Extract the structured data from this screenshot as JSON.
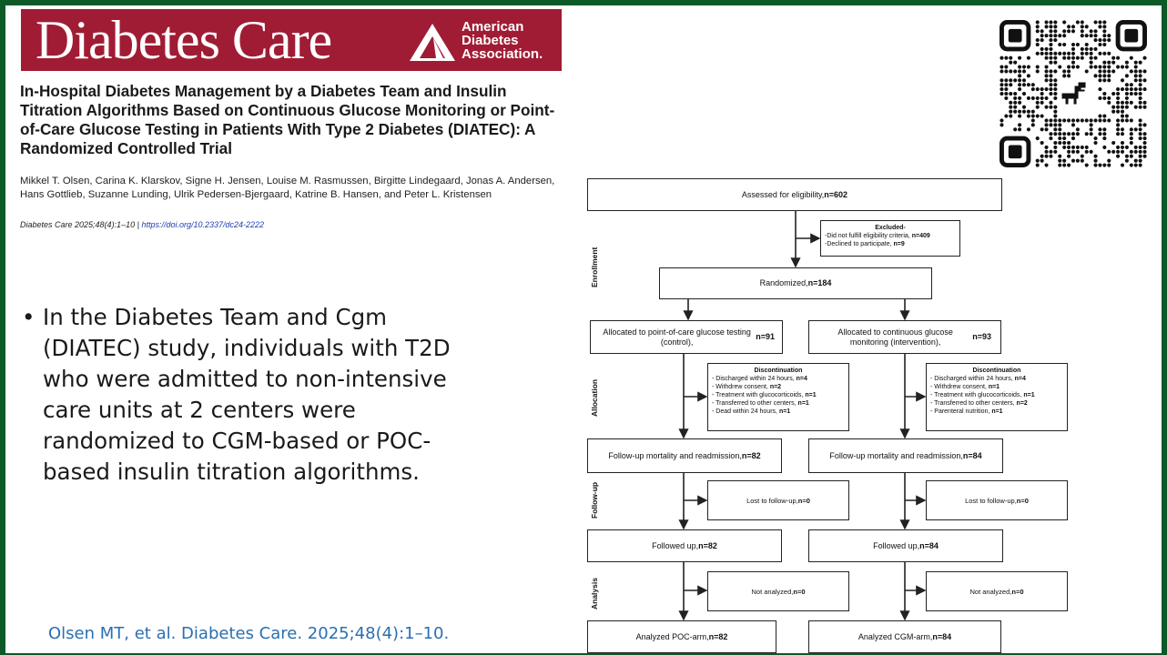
{
  "journal": {
    "name": "Diabetes Care",
    "trademark": "®",
    "publisher_lines": [
      "American",
      "Diabetes",
      "Association"
    ],
    "publisher_mark": "."
  },
  "paper": {
    "title": "In-Hospital Diabetes Management by a Diabetes Team and Insulin Titration Algorithms Based on Continuous Glucose Monitoring or Point-of-Care Glucose Testing in Patients With Type 2 Diabetes (DIATEC): A Randomized Controlled Trial",
    "authors": "Mikkel T. Olsen, Carina K. Klarskov, Signe H. Jensen, Louise M. Rasmussen, Birgitte Lindegaard, Jonas A. Andersen, Hans Gottlieb, Suzanne Lunding, Ulrik Pedersen-Bjergaard, Katrine B. Hansen, and Peter L. Kristensen",
    "citation": "Diabetes Care 2025;48(4):1–10 | ",
    "doi": "https://doi.org/10.2337/dc24-2222"
  },
  "bullet": {
    "symbol": "•",
    "text": "In the Diabetes Team and Cgm (DIATEC) study, individuals with T2D who were admitted to non-intensive care units at 2 centers were randomized to CGM-based or POC-based insulin titration algorithms."
  },
  "reference": "Olsen MT, et al.  Diabetes Care. 2025;48(4):1–10.",
  "qr": {
    "icon": "dinosaur-icon"
  },
  "flow": {
    "phases": [
      "Enrollment",
      "Allocation",
      "Follow-up",
      "Analysis"
    ],
    "assessed": "Assessed for eligibility, n=602",
    "excluded": {
      "header": "Excluded-",
      "lines": [
        "-Did not fulfill eligibility criteria, n=409",
        "-Declined to participate, n=9"
      ]
    },
    "randomized": "Randomized, n=184",
    "alloc_poc": "Allocated to point-of-care glucose testing (control), n=91",
    "alloc_cgm": "Allocated to continuous glucose monitoring (intervention), n=93",
    "disc_poc": {
      "header": "Discontinuation",
      "lines": [
        "- Discharged within 24 hours, n=4",
        "- Withdrew consent, n=2",
        "- Treatment with glucocorticoids, n=1",
        "- Transferred to other centers, n=1",
        "- Dead within 24 hours, n=1"
      ]
    },
    "disc_cgm": {
      "header": "Discontinuation",
      "lines": [
        "- Discharged within 24 hours, n=4",
        "- Withdrew consent, n=1",
        "- Treatment with glucocorticoids, n=1",
        "- Transferred to other centers,  n=2",
        "- Parenteral nutrition, n=1"
      ]
    },
    "followup_poc": "Follow-up mortality and readmission, n=82",
    "followup_cgm": "Follow-up mortality and readmission, n=84",
    "lost_poc": "Lost to follow-up, n=0",
    "lost_cgm": "Lost to follow-up, n=0",
    "followed_poc": "Followed up, n=82",
    "followed_cgm": "Followed up, n=84",
    "notanalyzed_poc": "Not analyzed, n=0",
    "notanalyzed_cgm": "Not analyzed, n=0",
    "analyzed_poc": "Analyzed POC-arm, n=82",
    "analyzed_cgm": "Analyzed CGM-arm, n=84"
  },
  "colors": {
    "banner": "#a01c34",
    "frame": "#0c5a28",
    "reference": "#2a6fb0"
  }
}
